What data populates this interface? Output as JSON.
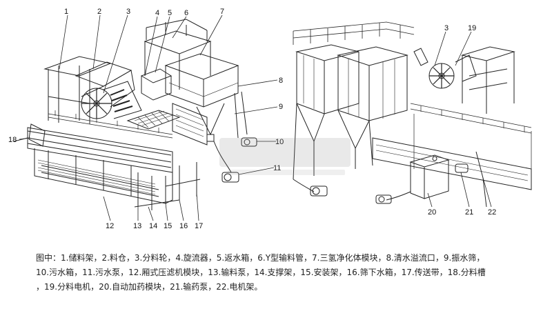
{
  "figure": {
    "left_callouts": [
      "1",
      "2",
      "3",
      "4",
      "5",
      "6",
      "7",
      "8",
      "9",
      "10",
      "11",
      "12",
      "13",
      "14",
      "15",
      "16",
      "17",
      "18"
    ],
    "right_callouts": [
      "3",
      "19",
      "20",
      "21",
      "22"
    ]
  },
  "caption": {
    "lines": [
      "图中：1.储料架，2.料仓，3.分料轮，4.旋流器，5.返水箱，6.Y型输料管，7.三氢净化体模块，8.清水溢流口，9.振水筛，",
      "10.污水箱，11.污水泵，12.厢式压滤机模块，13.输料泵，14.支撑架，15.安装架，16.筛下水箱，17.传送带，18.分料槽",
      "，19.分料电机，20.自动加药模块，21.输药泵，22.电机架。"
    ]
  }
}
